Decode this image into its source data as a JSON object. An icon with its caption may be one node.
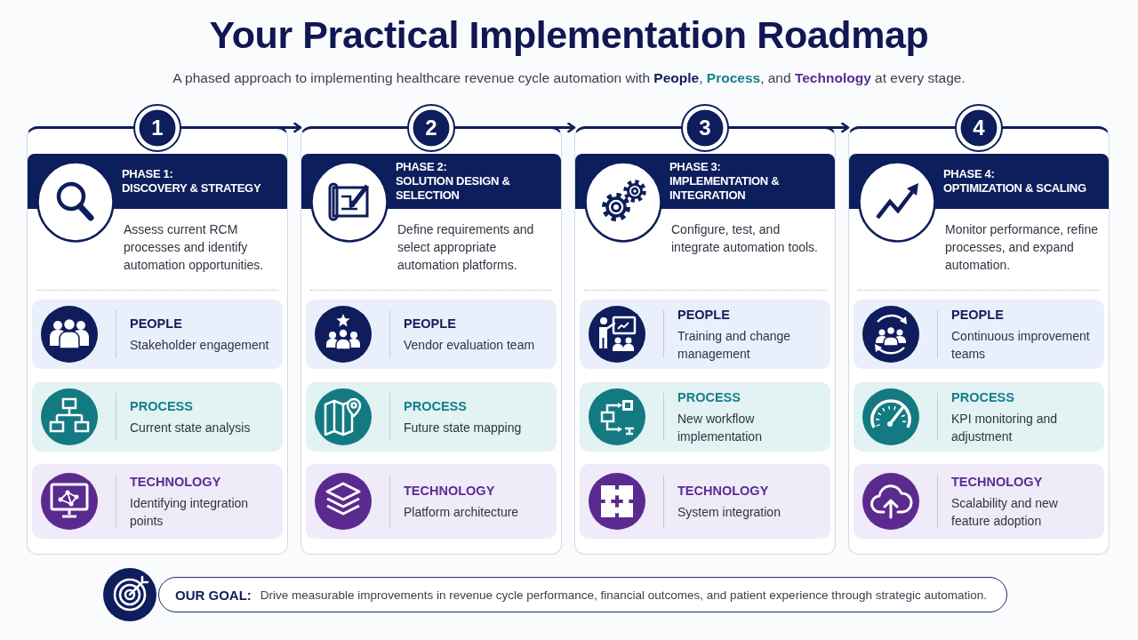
{
  "diagram": {
    "title": "Your Practical Implementation Roadmap",
    "nodes": [
      {
        "text": [
          "1"
        ]
      },
      {
        "text": [
          "2"
        ]
      },
      {
        "text": [
          "3"
        ]
      },
      {
        "text": [
          "4"
        ]
      },
      {
        "text": [
          "Assess current RCM processes and identify automation opportunities."
        ]
      },
      {
        "text": [
          "PHASE 1:",
          "DISCOVERY & STRATEGY"
        ],
        "in": 4
      },
      {
        "text": [
          "PEOPLE",
          "Stakeholder engagement"
        ],
        "in": 4
      },
      {
        "text": [
          "PROCESS",
          "Current state analysis"
        ],
        "in": 4
      },
      {
        "text": [
          "TECHNOLOGY",
          "Identifying integration points"
        ],
        "in": 4
      },
      {
        "text": [
          "Define requirements and select appropriate automation platforms."
        ]
      },
      {
        "text": [
          "PHASE 2:",
          "SOLUTION DESIGN & SELECTION"
        ],
        "in": 9
      },
      {
        "text": [
          "PEOPLE",
          "Vendor evaluation team"
        ],
        "in": 9
      },
      {
        "text": [
          "PROCESS",
          "Future state mapping"
        ],
        "in": 9
      },
      {
        "text": [
          "TECHNOLOGY",
          "Platform architecture"
        ],
        "in": 9
      },
      {
        "text": [
          "Configure, test, and integrate automation tools."
        ]
      },
      {
        "text": [
          "PHASE 3:",
          "IMPLEMENTATION & INTEGRATION"
        ],
        "in": 14
      },
      {
        "text": [
          "PEOPLE",
          "Training and change management"
        ],
        "in": 14
      },
      {
        "text": [
          "PROCESS",
          "New workflow implementation"
        ],
        "in": 14
      },
      {
        "text": [
          "TECHNOLOGY",
          "System integration"
        ],
        "in": 14
      },
      {
        "text": [
          "Monitor performance, refine processes, and expand automation."
        ]
      },
      {
        "text": [
          "PHASE 4:",
          "OPTIMIZATION & SCALING"
        ],
        "in": 19
      },
      {
        "text": [
          "PEOPLE",
          "Continuous improvement teams"
        ],
        "in": 19
      },
      {
        "text": [
          "PROCESS",
          "KPI monitoring and adjustment"
        ],
        "in": 19
      },
      {
        "text": [
          "TECHNOLOGY",
          "Scalability and new feature adoption"
        ],
        "in": 19
      },
      {
        "text": [
          "OUR GOAL:",
          "Drive measurable improvements in revenue cycle performance, financial outcomes, and patient experience through strategic automation."
        ]
      }
    ],
    "edges": [
      {
        "from": 0,
        "to": 9,
        "arrow": "to"
      },
      {
        "from": 1,
        "to": 14,
        "arrow": "to"
      },
      {
        "from": 2,
        "to": 19,
        "arrow": "to"
      }
    ],
    "labels": [
      "A phased approach to implementing healthcare revenue cycle automation with **People**, **Process**, and **Technology** at every stage."
    ]
  }
}
